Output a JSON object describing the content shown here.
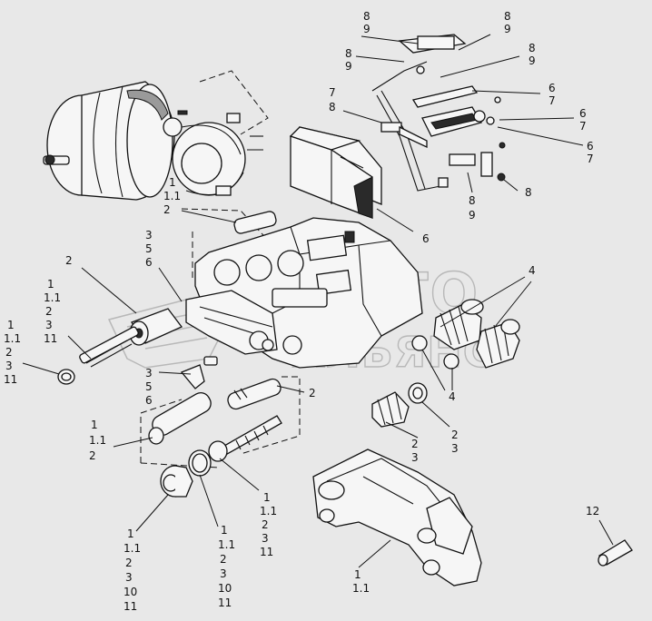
{
  "watermark": {
    "line1": "АВТО",
    "line2": "АЛЬЯНС"
  },
  "labels": [
    {
      "id": "lbl-8-9-a",
      "lines": [
        "8",
        "9"
      ]
    },
    {
      "id": "lbl-8-9-b",
      "lines": [
        "8",
        "9"
      ]
    },
    {
      "id": "lbl-8-9-c",
      "lines": [
        "8",
        "9"
      ]
    },
    {
      "id": "lbl-8-9-d",
      "lines": [
        "8",
        "9"
      ]
    },
    {
      "id": "lbl-7-8",
      "lines": [
        "7",
        "8"
      ]
    },
    {
      "id": "lbl-6-7-a",
      "lines": [
        "6",
        "7"
      ]
    },
    {
      "id": "lbl-6-7-b",
      "lines": [
        "6",
        "7"
      ]
    },
    {
      "id": "lbl-6-7-c",
      "lines": [
        "6",
        "7"
      ]
    },
    {
      "id": "lbl-8",
      "lines": [
        "8"
      ]
    },
    {
      "id": "lbl-8-9-e",
      "lines": [
        "8",
        "9"
      ]
    },
    {
      "id": "lbl-1-11-2-top",
      "lines": [
        "1",
        "1.1",
        "2"
      ]
    },
    {
      "id": "lbl-6",
      "lines": [
        "6"
      ]
    },
    {
      "id": "lbl-3-5-6",
      "lines": [
        "3",
        "5",
        "6"
      ]
    },
    {
      "id": "lbl-2-left",
      "lines": [
        "2"
      ]
    },
    {
      "id": "lbl-1-11-2-3-11-a",
      "lines": [
        "1",
        "1.1",
        "2",
        "3",
        "11"
      ]
    },
    {
      "id": "lbl-1-11-2-3-11-b",
      "lines": [
        "1",
        "1.1",
        "2",
        "3",
        "11"
      ]
    },
    {
      "id": "lbl-4-top",
      "lines": [
        "4"
      ]
    },
    {
      "id": "lbl-3-5-6-b",
      "lines": [
        "3",
        "5",
        "6"
      ]
    },
    {
      "id": "lbl-2-mid",
      "lines": [
        "2"
      ]
    },
    {
      "id": "lbl-4-bottom",
      "lines": [
        "4"
      ]
    },
    {
      "id": "lbl-2-3-a",
      "lines": [
        "2",
        "3"
      ]
    },
    {
      "id": "lbl-2-3-b",
      "lines": [
        "2",
        "3"
      ]
    },
    {
      "id": "lbl-1-11-2-mid",
      "lines": [
        "1",
        "1.1",
        "2"
      ]
    },
    {
      "id": "lbl-1-11-2-3-11-c",
      "lines": [
        "1",
        "1.1",
        "2",
        "3",
        "11"
      ]
    },
    {
      "id": "lbl-1-11-2-3-10-11-a",
      "lines": [
        "1",
        "1.1",
        "2",
        "3",
        "10",
        "11"
      ]
    },
    {
      "id": "lbl-1-11-2-3-10-11-b",
      "lines": [
        "1",
        "1.1",
        "2",
        "3",
        "10",
        "11"
      ]
    },
    {
      "id": "lbl-1-11-bottom",
      "lines": [
        "1",
        "1.1"
      ]
    },
    {
      "id": "lbl-12",
      "lines": [
        "12"
      ]
    }
  ]
}
